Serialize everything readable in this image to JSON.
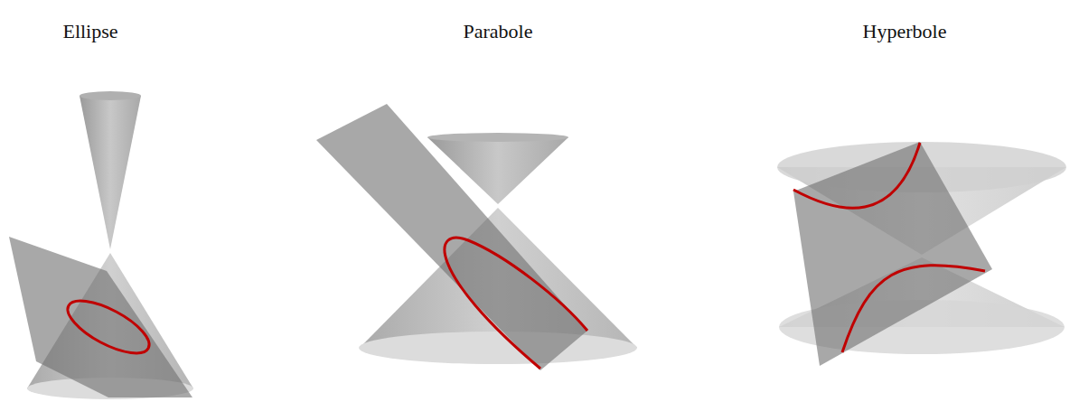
{
  "diagram": {
    "labels": [
      "Ellipse",
      "Parabole",
      "Hyperbole"
    ]
  }
}
